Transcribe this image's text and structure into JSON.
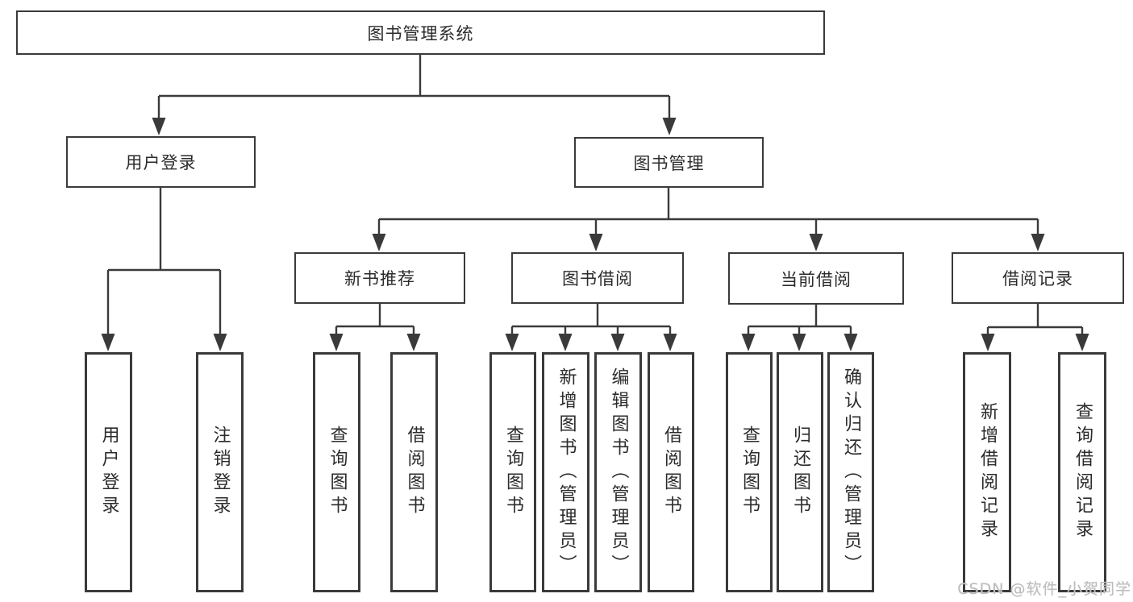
{
  "diagram": {
    "root": {
      "label": "图书管理系统",
      "children": [
        {
          "label": "用户登录",
          "children": [
            {
              "label": "用户登录"
            },
            {
              "label": "注销登录"
            }
          ]
        },
        {
          "label": "图书管理",
          "children": [
            {
              "label": "新书推荐",
              "children": [
                {
                  "label": "查询图书"
                },
                {
                  "label": "借阅图书"
                }
              ]
            },
            {
              "label": "图书借阅",
              "children": [
                {
                  "label": "查询图书"
                },
                {
                  "label": "新增图书（管理员）"
                },
                {
                  "label": "编辑图书（管理员）"
                },
                {
                  "label": "借阅图书"
                }
              ]
            },
            {
              "label": "当前借阅",
              "children": [
                {
                  "label": "查询图书"
                },
                {
                  "label": "归还图书"
                },
                {
                  "label": "确认归还（管理员）"
                }
              ]
            },
            {
              "label": "借阅记录",
              "children": [
                {
                  "label": "新增借阅记录"
                },
                {
                  "label": "查询借阅记录"
                }
              ]
            }
          ]
        }
      ]
    }
  },
  "watermark": "CSDN @软件_小贺同学",
  "colors": {
    "line": "#3a3a3a",
    "text": "#2b2b2b",
    "watermark_gray": "#bdbdbd",
    "background": "#ffffff"
  }
}
